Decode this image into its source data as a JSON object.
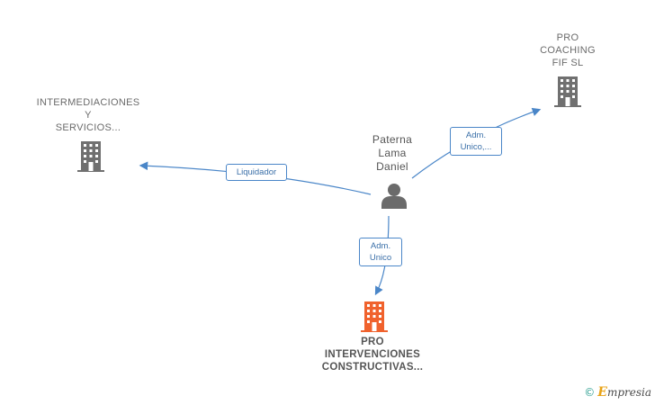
{
  "nodes": {
    "intermediaciones": {
      "lines": [
        "INTERMEDIACIONES",
        "Y",
        "SERVICIOS..."
      ]
    },
    "pro_coaching": {
      "lines": [
        "PRO",
        "COACHING",
        "FIF  SL"
      ]
    },
    "person": {
      "lines": [
        "Paterna",
        "Lama",
        "Daniel"
      ]
    },
    "pro_intervenciones": {
      "lines": [
        "PRO",
        "INTERVENCIONES",
        "CONSTRUCTIVAS..."
      ]
    }
  },
  "edges": {
    "liquidador": {
      "lines": [
        "Liquidador"
      ]
    },
    "adm_coaching": {
      "lines": [
        "Adm.",
        "Unico,..."
      ]
    },
    "adm_intervenciones": {
      "lines": [
        "Adm.",
        "Unico"
      ]
    }
  },
  "colors": {
    "arrow": "#4a86c8",
    "building_gray": "#707070",
    "building_orange": "#f0622d",
    "person_gray": "#6b6b6b"
  },
  "watermark": {
    "copyright": "©",
    "brand_initial": "E",
    "brand_rest": "mpresia"
  }
}
